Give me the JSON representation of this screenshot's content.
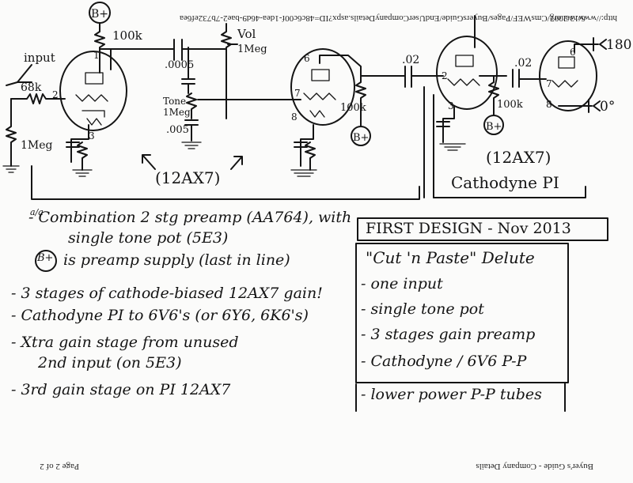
{
  "printed": {
    "url_line": "http://www.wel.org/CmsWEF/Pages/BuyersGuide/EndUserCompanyDetails.aspx?ID=48c6c00f-1dea-46d9-bae2-7b732ef6ea",
    "date": "6/13/2007",
    "footer_left": "Page 2 of 2",
    "footer_right": "Buyer's Guide - Company Details"
  },
  "schematic": {
    "labels": {
      "bplus_top": "B+",
      "r_100k_top": "100k",
      "input": "input",
      "r_68k": "68k",
      "r_1meg": "1Meg",
      "pin1": "1",
      "pin2": "2",
      "pin3": "3",
      "vol": "Vol",
      "vol_val": "1Meg",
      "c_0005": ".0005",
      "tone": "Tone",
      "tone_val": "1Meg",
      "c_005": ".005",
      "pin6": "6",
      "pin7": "7",
      "pin8": "8",
      "r_100k_mid": "100k",
      "bplus_mid": "B+",
      "c_02a": ".02",
      "pin_pi_2": "2",
      "pin_pi_3": "3",
      "c_02b": ".02",
      "pin_pi_6": "6",
      "pin_pi_7": "7",
      "pin_pi_8": "8",
      "r_100k_pi": "100k",
      "bplus_pi": "B+",
      "out_180": "180°",
      "out_0": "0°",
      "tube_12ax7_a": "(12AX7)",
      "tube_12ax7_b": "(12AX7)",
      "cathodyne_pi": "Cathodyne PI"
    }
  },
  "notes": {
    "line1": "- Combination 2 stg preamp (AA764), with",
    "line1_above": "a/a",
    "line1b": "single tone pot (5E3)",
    "line2_bplus": "B+",
    "line2": "is preamp supply (last in line)",
    "line3": "- 3 stages of cathode-biased 12AX7 gain!",
    "line4": "- Cathodyne PI to 6V6's (or 6Y6, 6K6's)",
    "line5": "- Xtra gain stage from unused",
    "line5b": "2nd input (on 5E3)",
    "line6": "- 3rd gain stage on PI 12AX7"
  },
  "box": {
    "title": "FIRST DESIGN - Nov 2013",
    "subtitle": "\"Cut 'n Paste\" Delute",
    "items": [
      "- one input",
      "- single tone pot",
      "- 3 stages gain preamp",
      "- Cathodyne / 6V6 P-P"
    ],
    "footer": "- lower power P-P tubes"
  }
}
